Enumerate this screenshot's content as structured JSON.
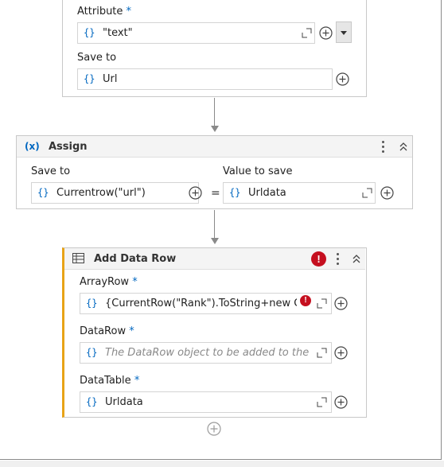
{
  "get_attribute": {
    "attribute_label": "Attribute",
    "attribute_value": "\"text\"",
    "save_to_label": "Save to",
    "save_to_value": "Url"
  },
  "assign": {
    "icon_text": "(x)",
    "title": "Assign",
    "save_to_label": "Save to",
    "save_to_value": "Currentrow(\"url\")",
    "equals": "=",
    "value_label": "Value to save",
    "value_value": "Urldata"
  },
  "add_data_row": {
    "title": "Add Data Row",
    "array_row_label": "ArrayRow",
    "array_row_value": "{CurrentRow(\"Rank\").ToString+new Obj",
    "data_row_label": "DataRow",
    "data_row_placeholder": "The DataRow object to be added to the Dat",
    "data_table_label": "DataTable",
    "data_table_value": "Urldata"
  },
  "common": {
    "required_mark": "*",
    "brace_glyph": "{}",
    "error_glyph": "!"
  },
  "colors": {
    "accent": "#0067c0",
    "error": "#c50f1f",
    "warning_stripe": "#e8a317"
  }
}
